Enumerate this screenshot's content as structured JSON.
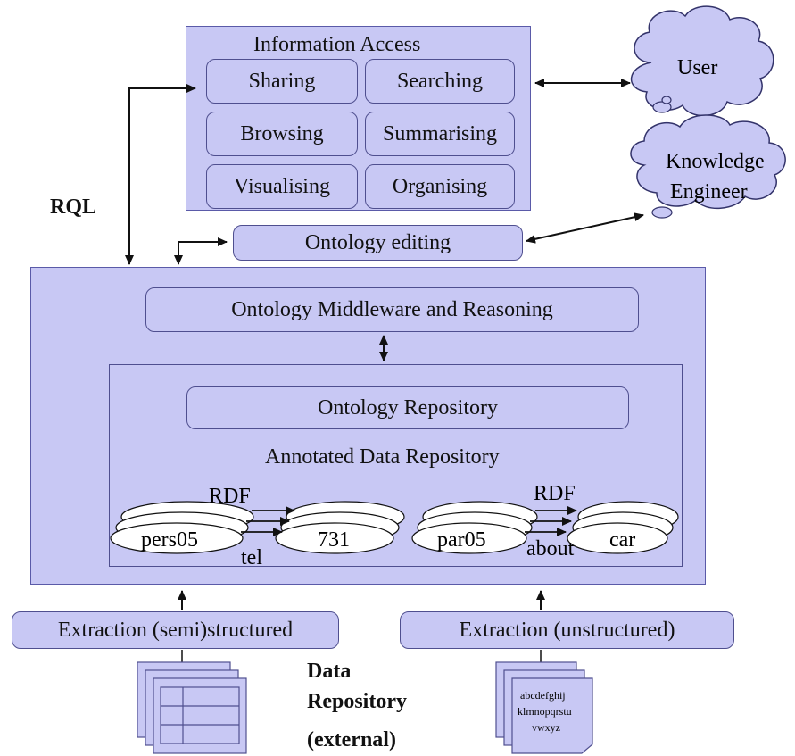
{
  "information_access": {
    "title": "Information Access",
    "functions": [
      "Sharing",
      "Searching",
      "Browsing",
      "Summarising",
      "Visualising",
      "Organising"
    ]
  },
  "actors": {
    "user": "User",
    "knowledge_engineer": [
      "Knowledge",
      "Engineer"
    ]
  },
  "rql_label": "RQL",
  "ontology_editing": "Ontology editing",
  "middleware": "Ontology Middleware and Reasoning",
  "ontology_repository": "Ontology Repository",
  "annotated_repository": {
    "title": "Annotated Data Repository",
    "examples": [
      {
        "subject": "pers05",
        "object": "731",
        "predicate": "tel",
        "rdf_label": "RDF"
      },
      {
        "subject": "par05",
        "object": "car",
        "predicate": "about",
        "rdf_label": "RDF"
      }
    ]
  },
  "extraction": {
    "semi": "Extraction (semi)structured",
    "unstructured": "Extraction (unstructured)"
  },
  "data_repository": {
    "line1": "Data",
    "line2": "Repository",
    "line3": "(external)"
  },
  "doc_text": [
    "abcdefghij",
    "klmnopqrstu",
    "vwxyz"
  ],
  "colors": {
    "box_fill": "#c8c8f4",
    "box_border": "#4f4f8f",
    "arrow": "#111111"
  }
}
